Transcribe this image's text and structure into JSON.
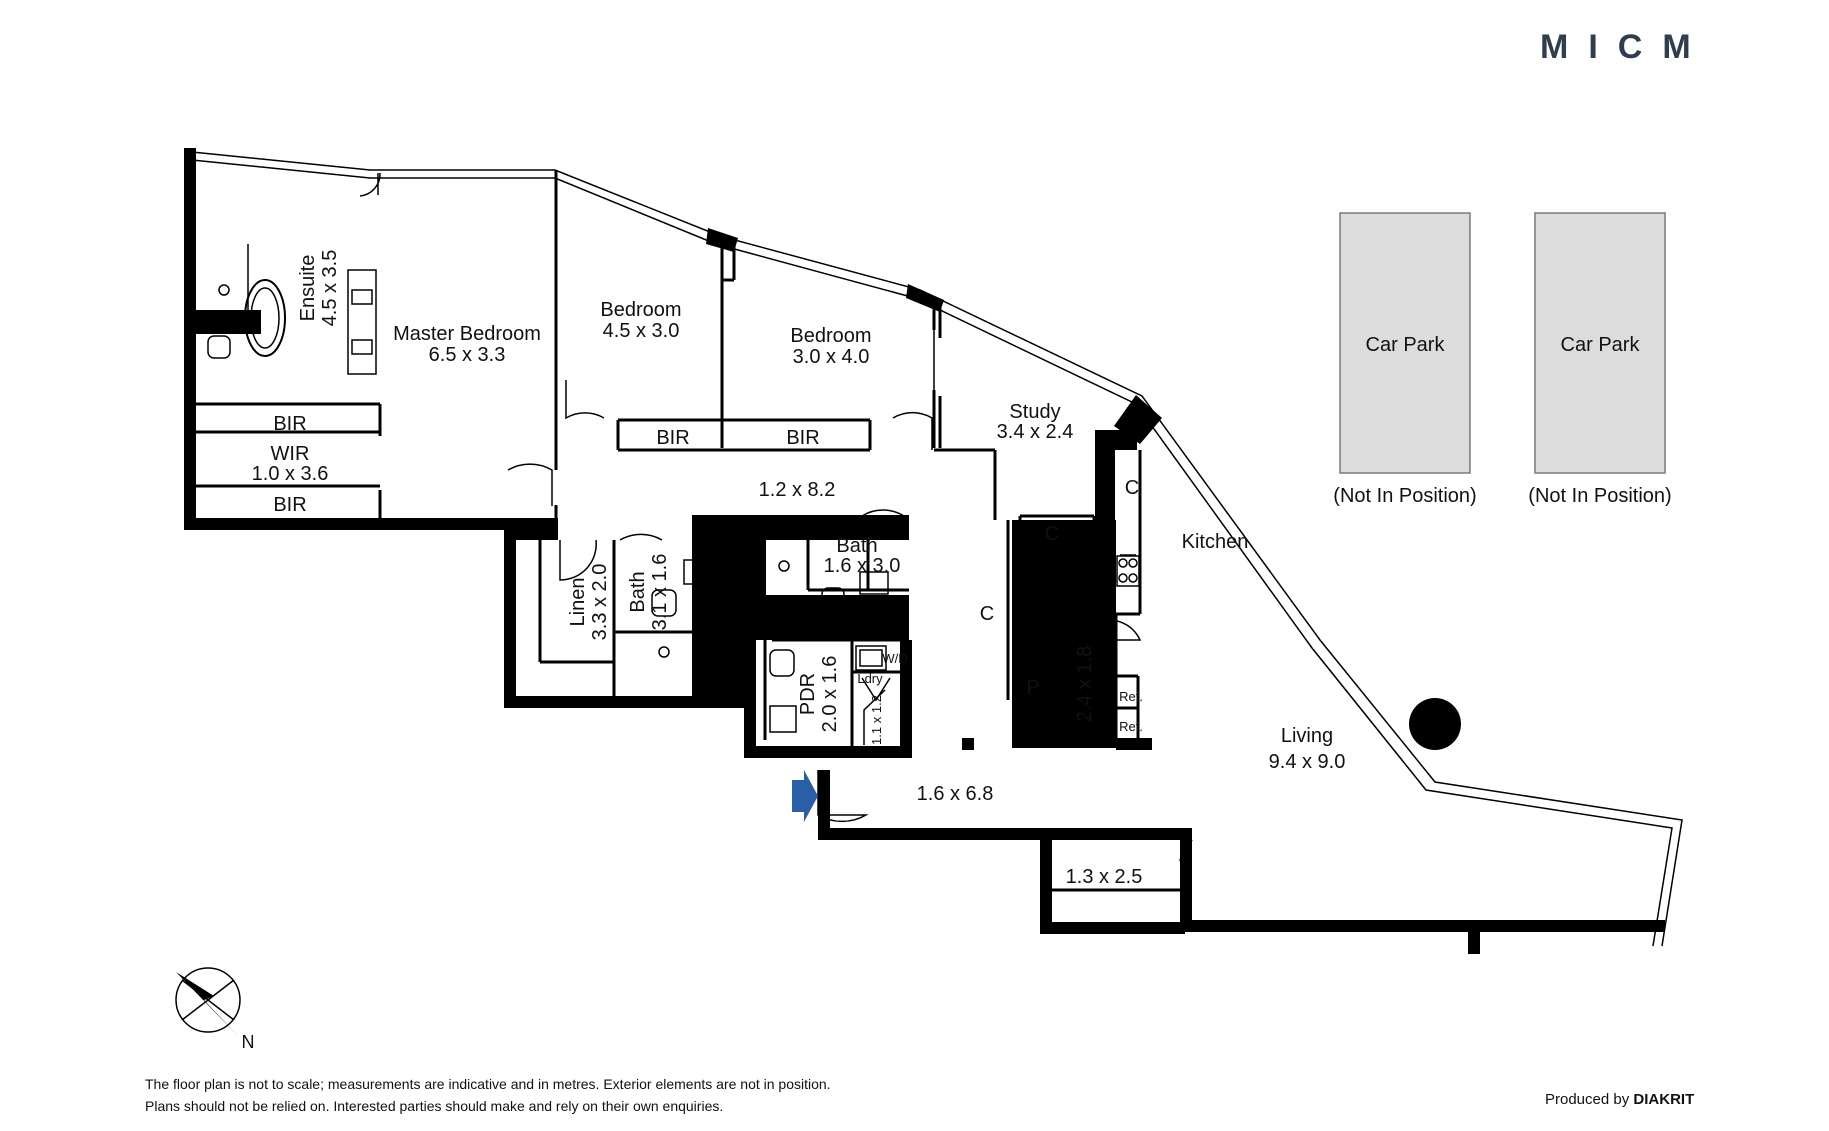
{
  "brand": {
    "logo": "MICM",
    "credit_prefix": "Produced by",
    "credit_brand": "DIAKRIT"
  },
  "rooms": {
    "ensuite": {
      "name": "Ensuite",
      "dims": "4.5 x 3.5"
    },
    "master": {
      "name": "Master Bedroom",
      "dims": "6.5 x 3.3"
    },
    "bedroom2": {
      "name": "Bedroom",
      "dims": "4.5 x 3.0"
    },
    "bedroom3": {
      "name": "Bedroom",
      "dims": "3.0 x 4.0"
    },
    "study": {
      "name": "Study",
      "dims": "3.4 x 2.4"
    },
    "kitchen": {
      "name": "Kitchen"
    },
    "living": {
      "name": "Living",
      "dims": "9.4 x 9.0"
    },
    "wir": {
      "name": "WIR",
      "dims": "1.0 x 3.6"
    },
    "bir": "BIR",
    "hall": {
      "dims": "1.2 x 8.2"
    },
    "linen": {
      "name": "Linen",
      "dims": "3.3 x 2.0"
    },
    "bath1": {
      "name": "Bath",
      "dims": "3.1 x 1.6"
    },
    "bath2": {
      "name": "Bath",
      "dims": "1.6 x 3.0"
    },
    "pdr": {
      "name": "PDR",
      "dims": "2.0 x 1.6"
    },
    "laundry": {
      "name": "Ldry",
      "dims": "1.1 x 1.2",
      "washer": "W/D"
    },
    "cupboard": "C",
    "pantry": {
      "name": "P",
      "dims": "2.4 x 1.8"
    },
    "fridge": "Ref.",
    "entry": {
      "dims": "1.6 x 6.8"
    },
    "store": {
      "dims": "1.3 x 2.5"
    }
  },
  "car_parks": [
    {
      "label": "Car Park",
      "note": "(Not In Position)"
    },
    {
      "label": "Car Park",
      "note": "(Not In Position)"
    }
  ],
  "compass": {
    "label": "N"
  },
  "disclaimer": [
    "The floor plan is not to scale; measurements are indicative and in metres. Exterior elements are not in position.",
    "Plans should not be relied on. Interested parties should make and rely on their own enquiries."
  ],
  "colors": {
    "wall": "#000000",
    "car_park": "#dcdcdc",
    "entry_arrow": "#2a5fa8",
    "logo": "#2f3d4f"
  }
}
